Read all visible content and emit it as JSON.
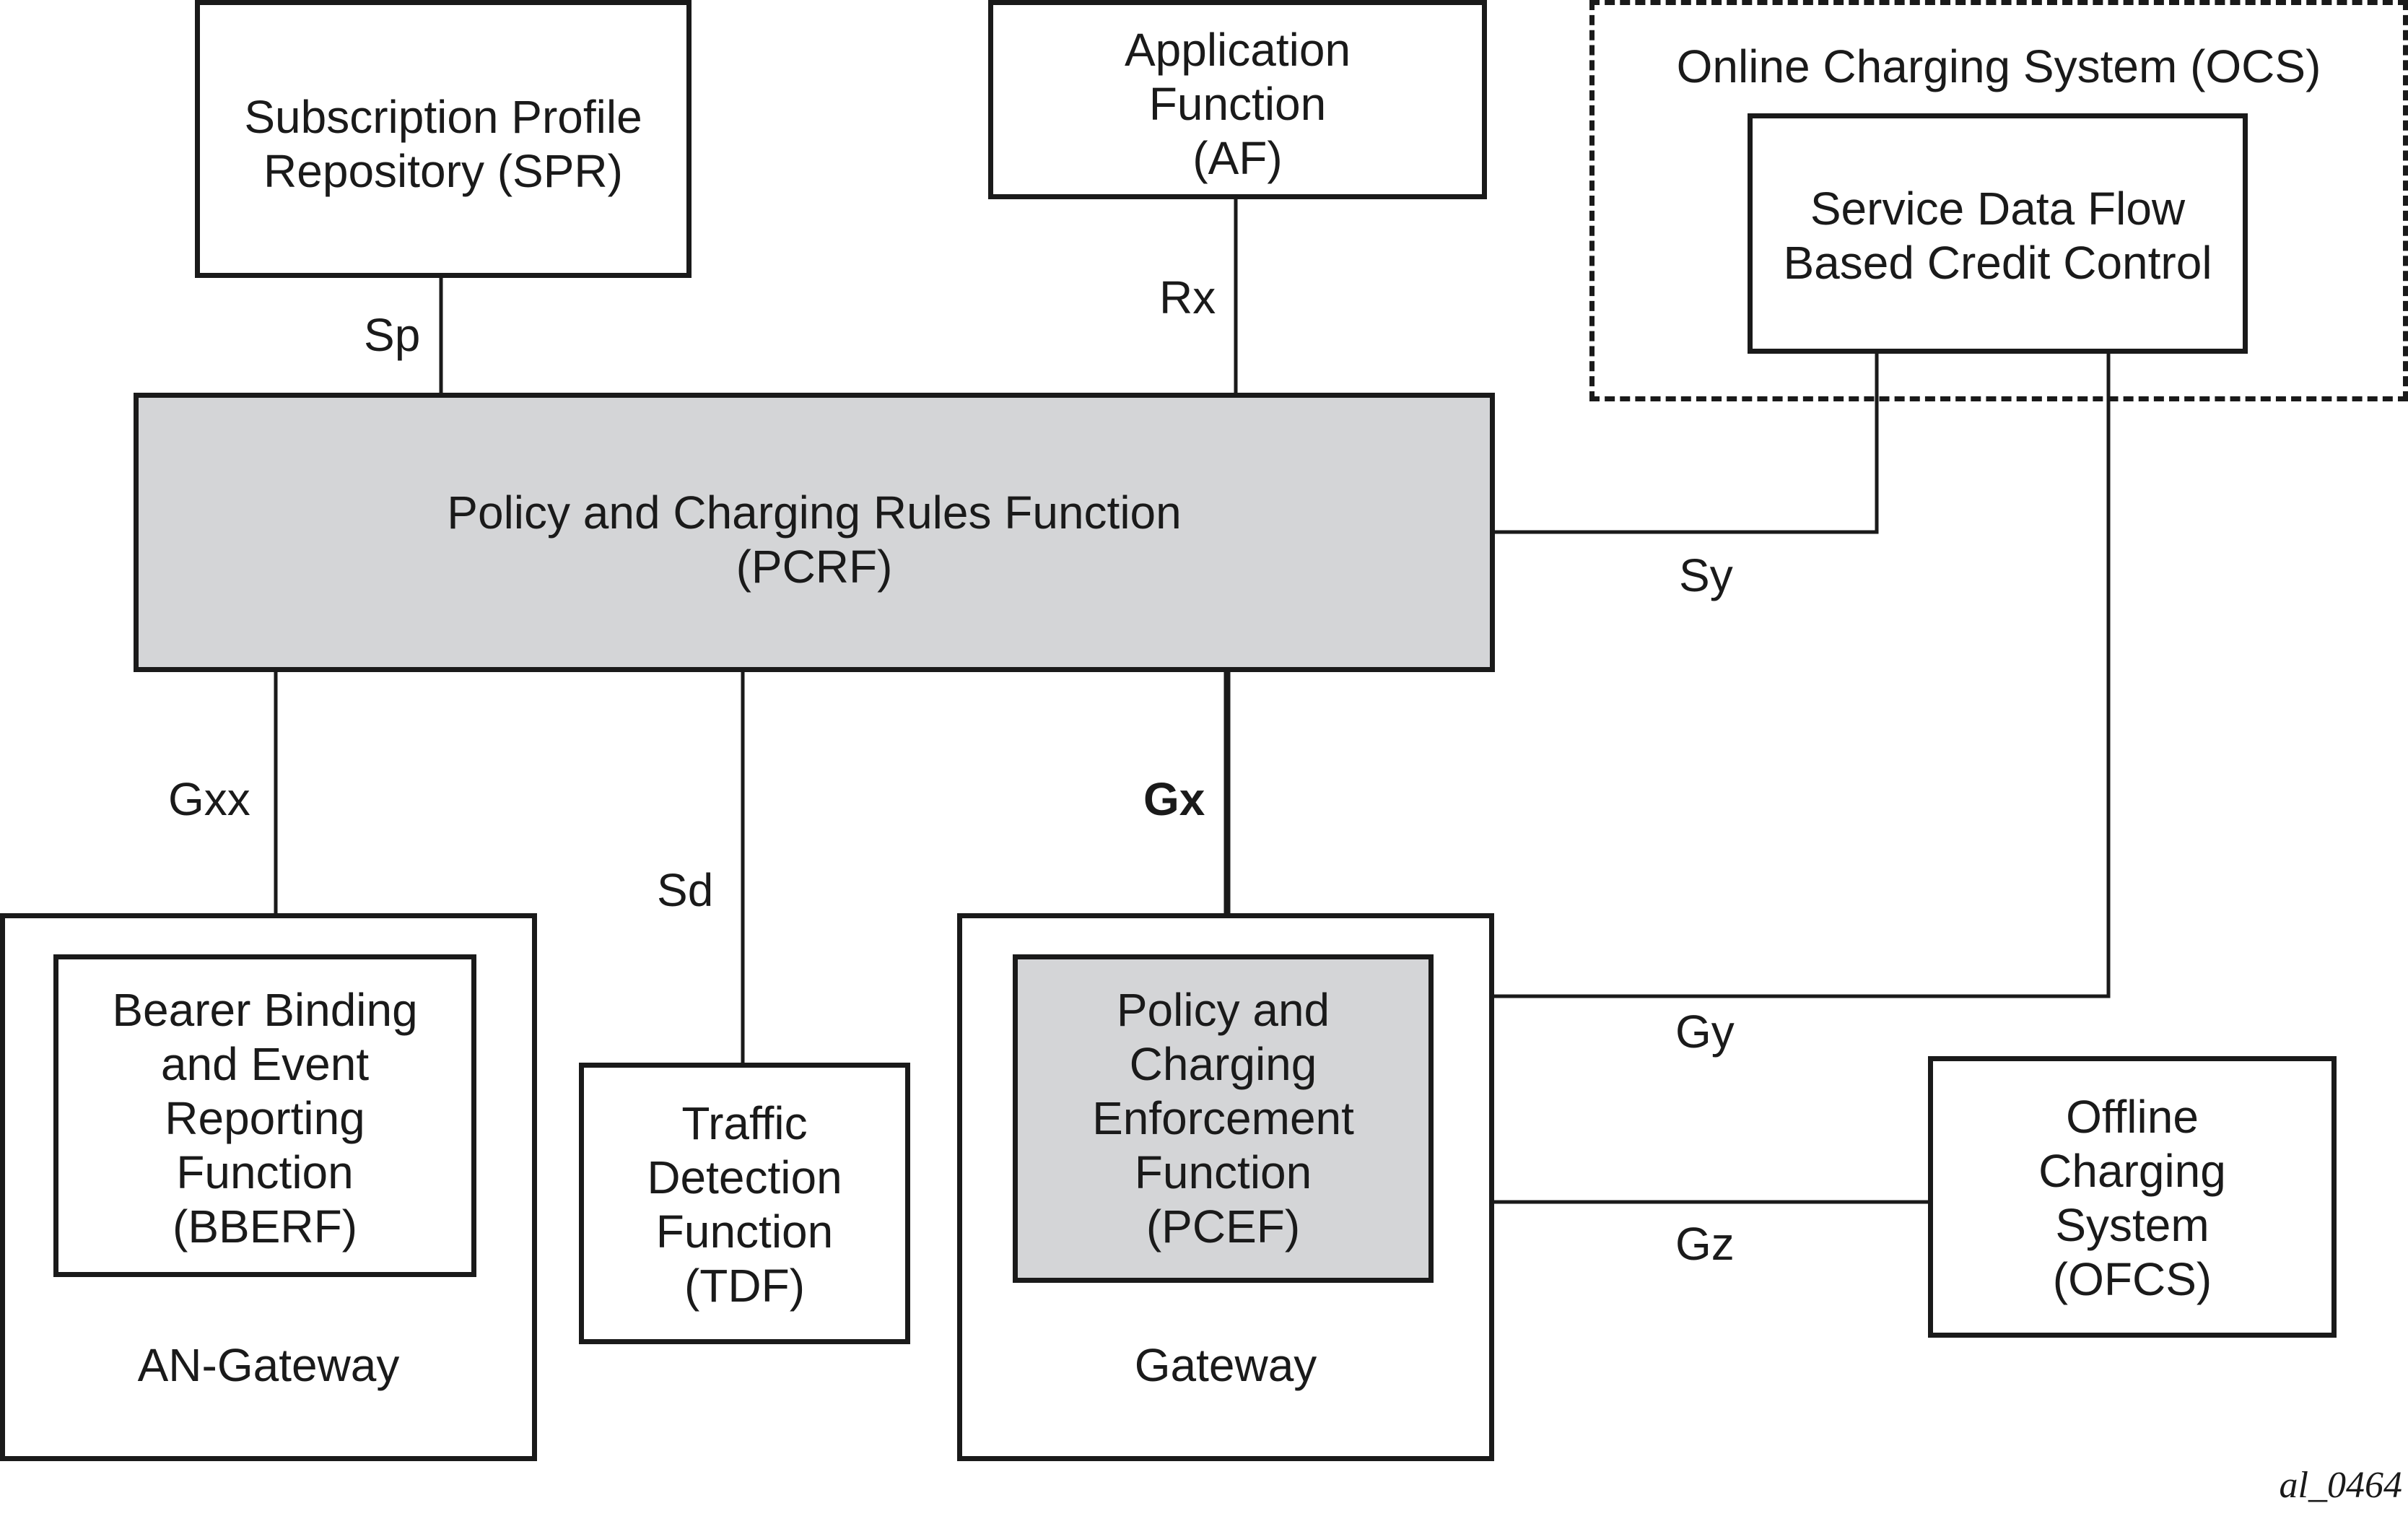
{
  "nodes": {
    "spr": "Subscription Profile\nRepository (SPR)",
    "af": "Application\nFunction\n(AF)",
    "ocs": "Online Charging System (OCS)",
    "sdf": "Service Data Flow\nBased Credit Control",
    "pcrf": "Policy and Charging Rules Function\n(PCRF)",
    "bberf": "Bearer Binding\nand Event\nReporting\nFunction\n(BBERF)",
    "an_gateway": "AN-Gateway",
    "tdf": "Traffic\nDetection\nFunction\n(TDF)",
    "pcef": "Policy and\nCharging\nEnforcement\nFunction\n(PCEF)",
    "gateway": "Gateway",
    "ofcs": "Offline\nCharging\nSystem\n(OFCS)"
  },
  "interfaces": {
    "sp": "Sp",
    "rx": "Rx",
    "sy": "Sy",
    "gxx": "Gxx",
    "sd": "Sd",
    "gx": "Gx",
    "gy": "Gy",
    "gz": "Gz"
  },
  "figure_id": "al_0464"
}
